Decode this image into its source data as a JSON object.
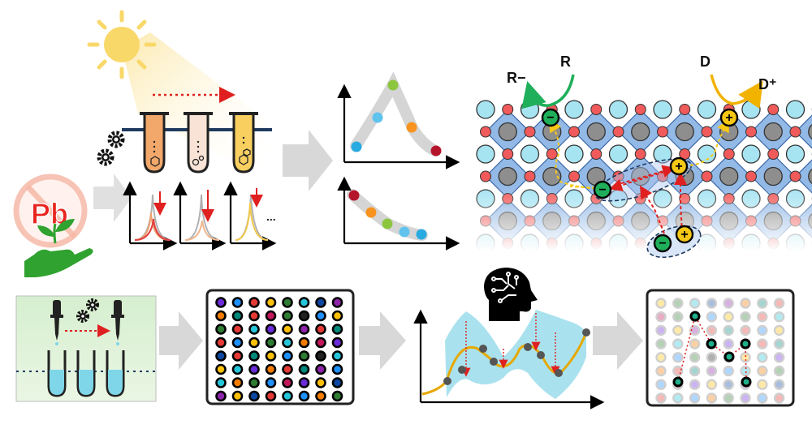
{
  "labels": {
    "pb": "Pb",
    "ellipsis": "...",
    "r_minus": "R−",
    "r": "R",
    "d": "D",
    "d_plus": "D⁺",
    "minus": "−",
    "plus": "+"
  },
  "icons": [
    "sun-icon",
    "gear-icon",
    "no-lead-icon",
    "plant-in-hand-icon",
    "pipette-icon",
    "ai-head-icon",
    "arrow-icon"
  ],
  "colors": {
    "sun": "#F9D86A",
    "tube_left": "#F3A86B",
    "tube_mid": "#F6C3A4",
    "tube_right": "#F9D060",
    "tube_blue": "#7FD6E8",
    "red_dotted": "#E02020",
    "leaf_green": "#2FA22F",
    "pb_red": "#E8241E",
    "electron": "#1FAF5A",
    "hole": "#F6C815",
    "octahedron": "#6FA2DD",
    "cation": "#8E8E8E",
    "anion": "#F05A5A",
    "a_site": "#A7E4F2",
    "gp_band": "#8CD8E8",
    "gp_curve": "#E6A800"
  },
  "wells": {
    "palette": [
      "#6C2BD9",
      "#1E90FF",
      "#E53935",
      "#FFC107",
      "#2E7D32",
      "#26C6DA",
      "#0D47A1",
      "#8E24AA",
      "#F57C00",
      "#00897B",
      "#C2185B",
      "#212121"
    ]
  }
}
